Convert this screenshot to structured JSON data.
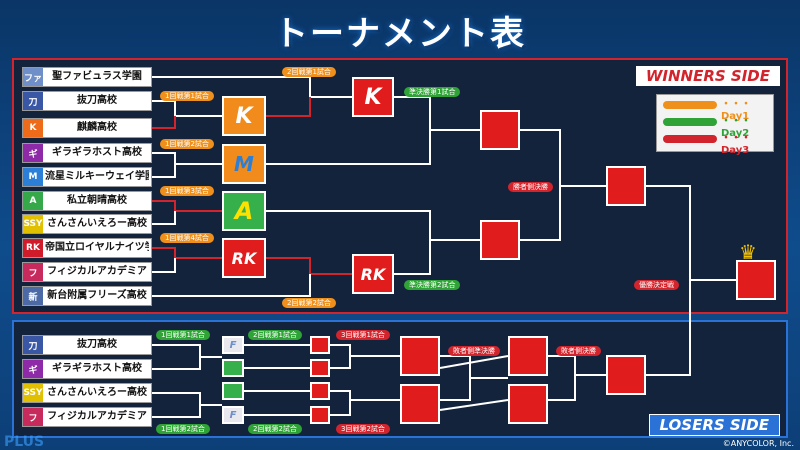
{
  "title": "トーナメント表",
  "winners_label": "WINNERS SIDE",
  "losers_label": "LOSERS SIDE",
  "legend": {
    "day1": "・・・ Day1",
    "day1_color": "#f0901c",
    "day2": "・・・ Day2",
    "day2_color": "#2fa336",
    "day3": "・・・ Day3",
    "day3_color": "#d2242c"
  },
  "winners_teams": [
    {
      "name": "聖ファビュラス学園",
      "icon": "ファ",
      "icon_color": "#6f8fc9"
    },
    {
      "name": "抜刀高校",
      "icon": "刀",
      "icon_color": "#3a57a6"
    },
    {
      "name": "麒麟高校",
      "icon": "K",
      "icon_color": "#ee6b19"
    },
    {
      "name": "ギラギラホスト高校",
      "icon": "ギ",
      "icon_color": "#8e2aa8"
    },
    {
      "name": "流星ミルキーウェイ学園",
      "icon": "M",
      "icon_color": "#2c7fd6"
    },
    {
      "name": "私立朝晴高校",
      "icon": "A",
      "icon_color": "#35a84a"
    },
    {
      "name": "さんさんいえろー高校",
      "icon": "SSY",
      "icon_color": "#e0c000"
    },
    {
      "name": "帝国立ロイヤルナイツ学園",
      "icon": "RK",
      "icon_color": "#d01c2a"
    },
    {
      "name": "フィジカルアカデミア",
      "icon": "フ",
      "icon_color": "#c72a5c"
    },
    {
      "name": "新台附属フリーズ高校",
      "icon": "新",
      "icon_color": "#4c6aa6"
    }
  ],
  "losers_teams": [
    {
      "name": "抜刀高校",
      "icon": "刀",
      "icon_color": "#3a57a6"
    },
    {
      "name": "ギラギラホスト高校",
      "icon": "ギ",
      "icon_color": "#8e2aa8"
    },
    {
      "name": "さんさんいえろー高校",
      "icon": "SSY",
      "icon_color": "#e0c000"
    },
    {
      "name": "フィジカルアカデミア",
      "icon": "フ",
      "icon_color": "#c72a5c"
    }
  ],
  "labels": {
    "w_r2_1": "2回戦第1試合",
    "w_r1_1": "1回戦第1試合",
    "w_r1_2": "1回戦第2試合",
    "w_r1_3": "1回戦第3試合",
    "w_r1_4": "1回戦第4試合",
    "w_r2_2": "2回戦第2試合",
    "w_sf1": "準決勝第1試合",
    "w_sf2": "準決勝第2試合",
    "w_final": "勝者側決勝",
    "grand_final": "優勝決定戦",
    "l_r1_1": "1回戦第1試合",
    "l_r2_1": "2回戦第1試合",
    "l_r3_1": "3回戦第1試合",
    "l_r1_2": "1回戦第2試合",
    "l_r2_2": "2回戦第2試合",
    "l_r3_2": "3回戦第2試合",
    "l_semi": "敗者側準決勝",
    "l_final": "敗者側決勝"
  },
  "logos": {
    "kirin": "K",
    "milky": "M",
    "asahare": "A",
    "royal": "RK",
    "fab": "F"
  },
  "copyright": "©ANYCOLOR, Inc.",
  "watermark": "PLUS"
}
